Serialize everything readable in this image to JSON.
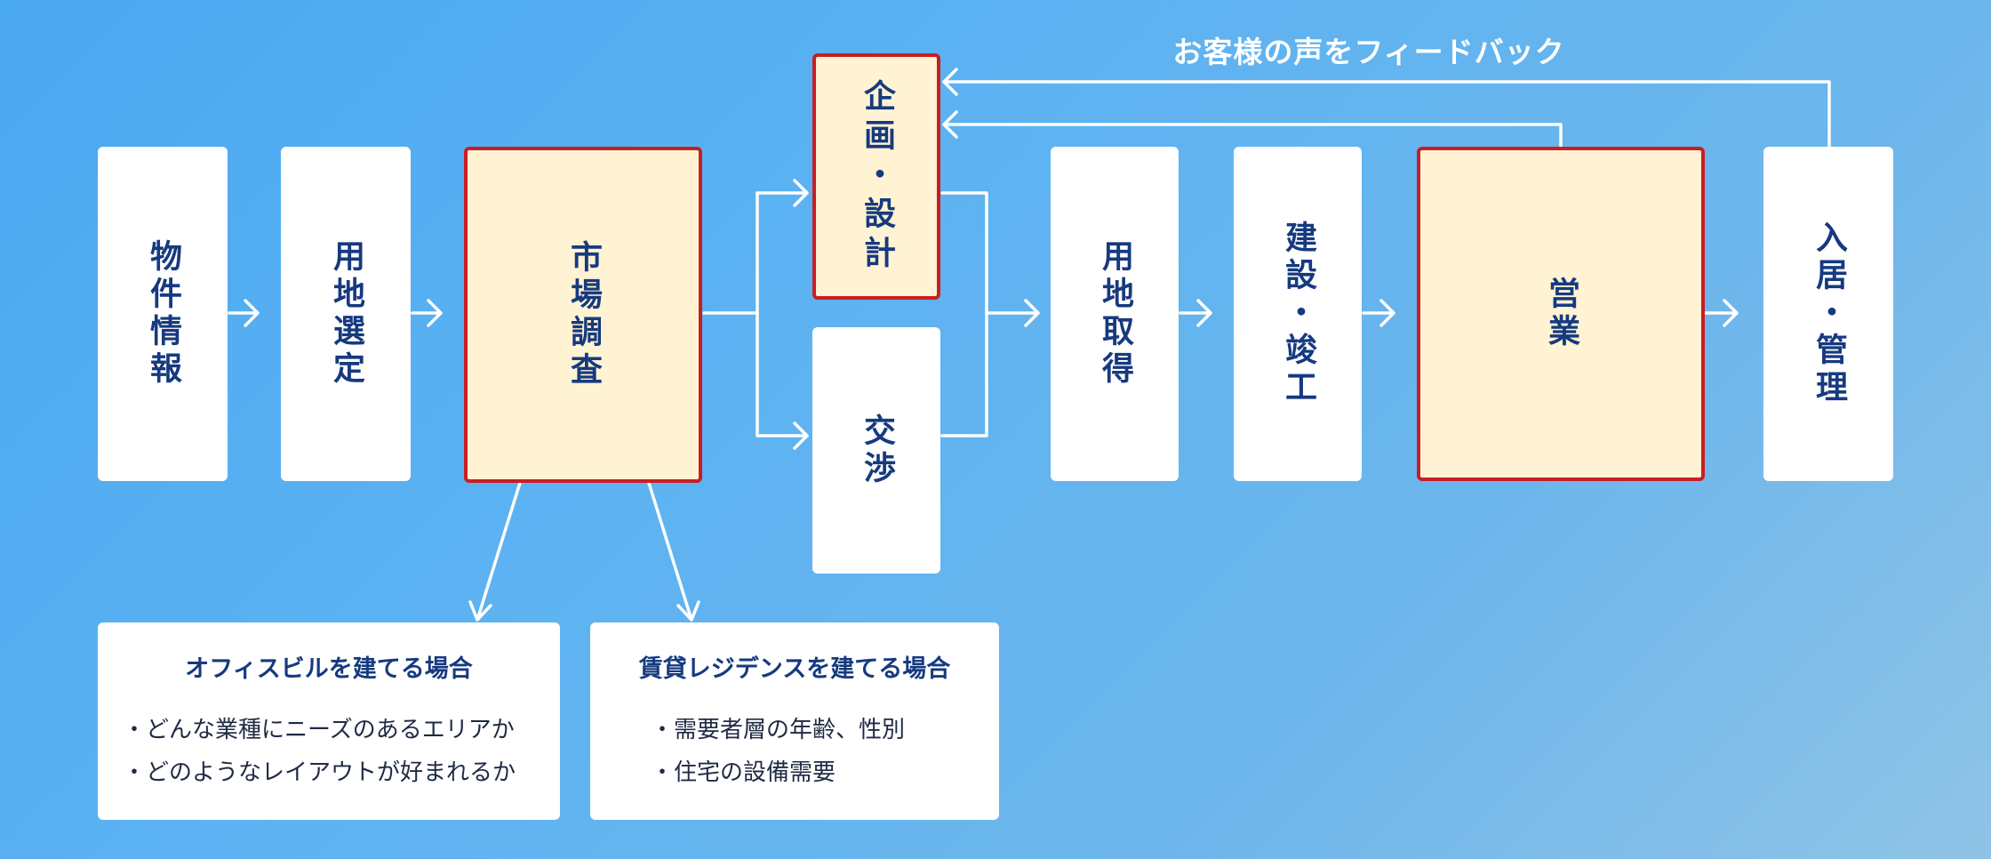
{
  "diagram": {
    "nodes": [
      {
        "id": "bukken-joho",
        "label": "物件情報",
        "highlighted": false
      },
      {
        "id": "youchi-sentei",
        "label": "用地選定",
        "highlighted": false
      },
      {
        "id": "shijou-chousa",
        "label": "市場調査",
        "highlighted": true
      },
      {
        "id": "kikaku-sekkei",
        "label": "企画・設計",
        "highlighted": true
      },
      {
        "id": "koushou",
        "label": "交渉",
        "highlighted": false
      },
      {
        "id": "youchi-shutoku",
        "label": "用地取得",
        "highlighted": false
      },
      {
        "id": "kensetsu-shunkou",
        "label": "建設・竣工",
        "highlighted": false
      },
      {
        "id": "eigyou",
        "label": "営業",
        "highlighted": true
      },
      {
        "id": "nyukyo-kanri",
        "label": "入居・管理",
        "highlighted": false
      }
    ],
    "edges": [
      {
        "from": "bukken-joho",
        "to": "youchi-sentei"
      },
      {
        "from": "youchi-sentei",
        "to": "shijou-chousa"
      },
      {
        "from": "shijou-chousa",
        "to": "kikaku-sekkei"
      },
      {
        "from": "shijou-chousa",
        "to": "koushou"
      },
      {
        "from": "kikaku-sekkei",
        "to": "youchi-shutoku"
      },
      {
        "from": "koushou",
        "to": "youchi-shutoku"
      },
      {
        "from": "youchi-shutoku",
        "to": "kensetsu-shunkou"
      },
      {
        "from": "kensetsu-shunkou",
        "to": "eigyou"
      },
      {
        "from": "eigyou",
        "to": "nyukyo-kanri"
      },
      {
        "from": "eigyou",
        "to": "kikaku-sekkei",
        "label": "feedback"
      },
      {
        "from": "nyukyo-kanri",
        "to": "kikaku-sekkei",
        "label": "feedback"
      },
      {
        "from": "shijou-chousa",
        "to": "office"
      },
      {
        "from": "shijou-chousa",
        "to": "residential"
      }
    ],
    "feedback_label": "お客様の声をフィードバック",
    "cards": {
      "office": {
        "title": "オフィスビルを建てる場合",
        "items": [
          "どんな業種にニーズのあるエリアか",
          "どのようなレイアウトが好まれるか"
        ]
      },
      "residential": {
        "title": "賃貸レジデンスを建てる場合",
        "items": [
          "需要者層の年齢、性別",
          "住宅の設備需要"
        ]
      }
    }
  },
  "colors": {
    "node_text": "#163a7f",
    "highlight_fill": "#fff3d4",
    "highlight_border": "#c81e24",
    "arrow": "#ffffff"
  }
}
